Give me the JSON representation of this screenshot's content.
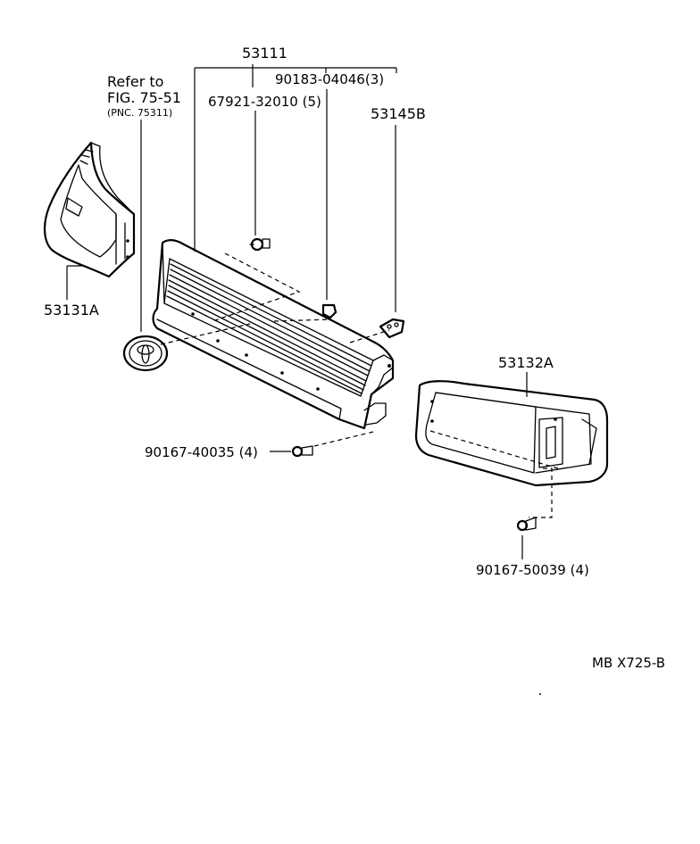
{
  "labels": {
    "grille_assy": "53111",
    "refer_line1": "Refer to",
    "refer_line2": "FIG. 75-51",
    "refer_line3": "(PNC. 75311)",
    "clip": "67921-32010 (5)",
    "nut": "90183-04046(3)",
    "bracket": "53145B",
    "left_lamp_housing": "53131A",
    "right_lamp_housing": "53132A",
    "screw_center": "90167-40035 (4)",
    "screw_right": "90167-50039 (4)",
    "figure_code": "MB  X725-B"
  }
}
